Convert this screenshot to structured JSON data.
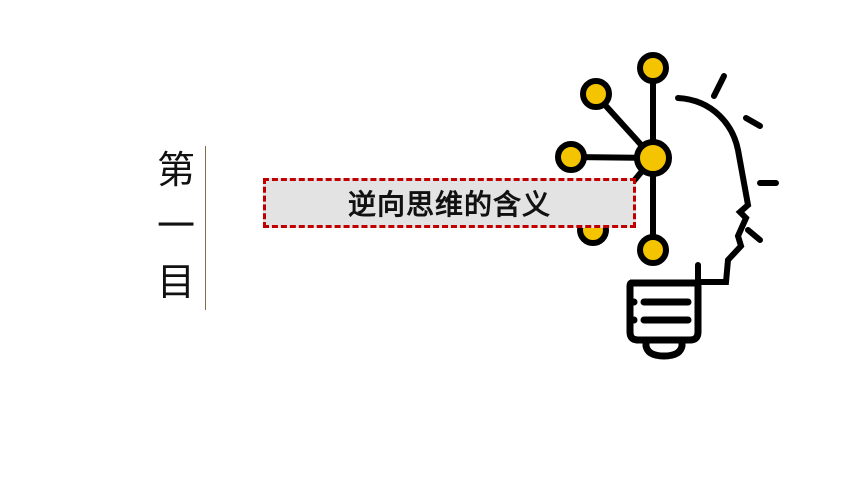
{
  "section": {
    "chars": [
      "第",
      "一",
      "目"
    ]
  },
  "title_box": {
    "text": "逆向思维的含义"
  },
  "colors": {
    "accent_yellow": "#f5c400",
    "border_red": "#c00000",
    "box_fill": "#e3e3e3",
    "divider": "#8a6a4a"
  },
  "icons": {
    "illustration": "lightbulb-head-network-icon"
  }
}
